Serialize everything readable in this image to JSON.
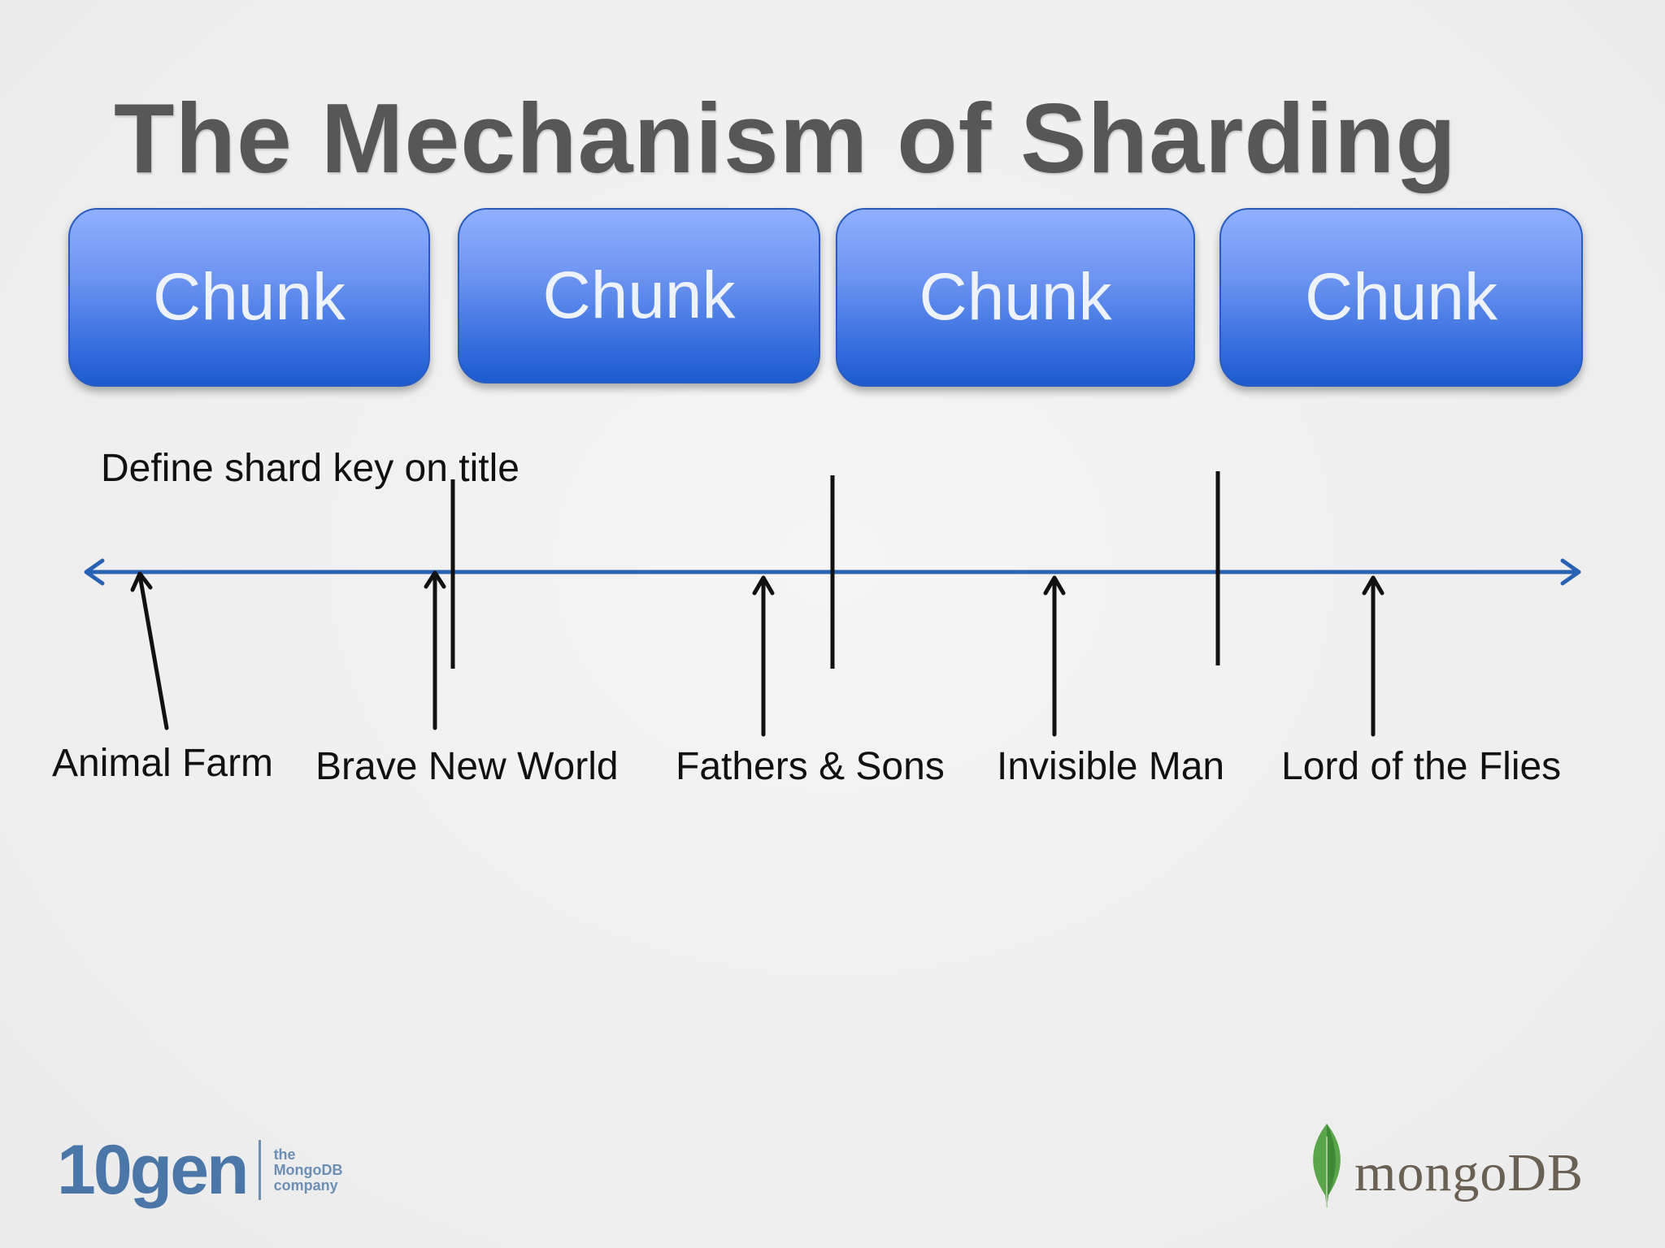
{
  "slide": {
    "title": "The Mechanism of Sharding",
    "chunks": [
      "Chunk",
      "Chunk",
      "Chunk",
      "Chunk"
    ],
    "caption": "Define shard key on title",
    "book_titles": [
      "Animal Farm",
      "Brave New World",
      "Fathers & Sons",
      "Invisible Man",
      "Lord of the Flies"
    ]
  },
  "logos": {
    "company_name": "10gen",
    "company_tagline": [
      "the",
      "MongoDB",
      "company"
    ],
    "product_name": "mongoDB"
  },
  "colors": {
    "title": "#575757",
    "chunk_top": "#90b0fd",
    "chunk_bottom": "#1b5bd0",
    "axis": "#2a62b3",
    "arrows": "#111111",
    "leaf": "#5aa54a"
  }
}
